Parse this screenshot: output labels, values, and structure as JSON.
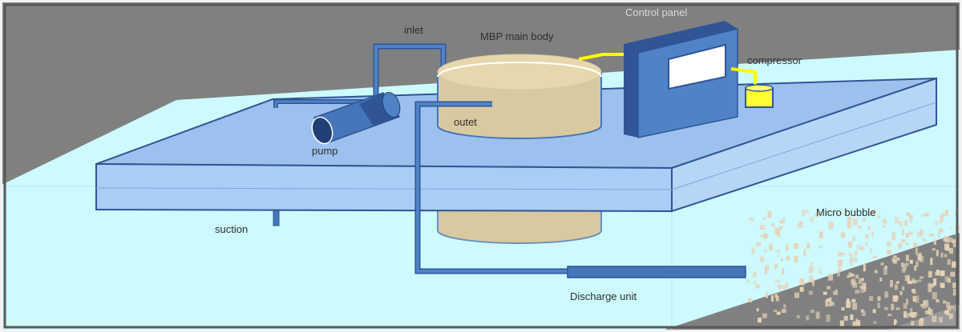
{
  "labels": {
    "inlet": "inlet",
    "main_body": "MBP main body",
    "control_panel": "Control panel",
    "compressor": "compressor",
    "outlet": "outet",
    "pump": "pump",
    "suction": "suction",
    "micro_bubble": "Micro bubble",
    "discharge_unit": "Discharge unit"
  },
  "colors": {
    "sky_gray": "#7f7f7f",
    "water": "#ccfafe",
    "platform_top": "#9cc1ee",
    "platform_side": "#a9cdf4",
    "pipe": "#4576b9",
    "tank": "#d9c9a0",
    "panel": "#4f83c6",
    "compressor": "#ffff33",
    "wire": "#ffff00",
    "bubbles": "#e6d3b8"
  }
}
